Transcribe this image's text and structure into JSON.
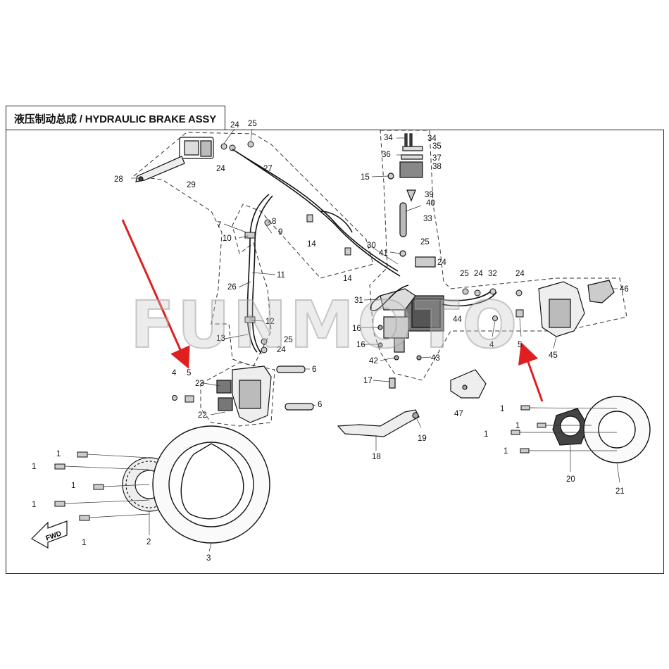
{
  "title": "液压制动总成 / HYDRAULIC BRAKE ASSY",
  "watermark": "FUNMOTO",
  "fwd_label": "FWD",
  "colors": {
    "line": "#111111",
    "dash": "#333333",
    "arrow": "#e02020",
    "watermark": "#c8c8c8"
  },
  "labels": [
    {
      "id": "24a",
      "text": "24"
    },
    {
      "id": "25a",
      "text": "25"
    },
    {
      "id": "24b",
      "text": "24"
    },
    {
      "id": "27",
      "text": "27"
    },
    {
      "id": "28",
      "text": "28"
    },
    {
      "id": "29",
      "text": "29"
    },
    {
      "id": "7",
      "text": "7"
    },
    {
      "id": "8",
      "text": "8"
    },
    {
      "id": "9",
      "text": "9"
    },
    {
      "id": "10",
      "text": "10"
    },
    {
      "id": "14a",
      "text": "14"
    },
    {
      "id": "14b",
      "text": "14"
    },
    {
      "id": "11",
      "text": "11"
    },
    {
      "id": "26",
      "text": "26"
    },
    {
      "id": "12",
      "text": "12"
    },
    {
      "id": "13",
      "text": "13"
    },
    {
      "id": "25b",
      "text": "25"
    },
    {
      "id": "24c",
      "text": "24"
    },
    {
      "id": "4a",
      "text": "4"
    },
    {
      "id": "5a",
      "text": "5"
    },
    {
      "id": "6a",
      "text": "6"
    },
    {
      "id": "23",
      "text": "23"
    },
    {
      "id": "22",
      "text": "22"
    },
    {
      "id": "6b",
      "text": "6"
    },
    {
      "id": "34a",
      "text": "34"
    },
    {
      "id": "34b",
      "text": "34"
    },
    {
      "id": "35",
      "text": "35"
    },
    {
      "id": "36",
      "text": "36"
    },
    {
      "id": "37",
      "text": "37"
    },
    {
      "id": "38",
      "text": "38"
    },
    {
      "id": "15",
      "text": "15"
    },
    {
      "id": "39",
      "text": "39"
    },
    {
      "id": "40",
      "text": "40"
    },
    {
      "id": "33",
      "text": "33"
    },
    {
      "id": "30",
      "text": "30"
    },
    {
      "id": "41",
      "text": "41"
    },
    {
      "id": "25c",
      "text": "25"
    },
    {
      "id": "24d",
      "text": "24"
    },
    {
      "id": "31",
      "text": "31"
    },
    {
      "id": "44",
      "text": "44"
    },
    {
      "id": "16a",
      "text": "16"
    },
    {
      "id": "16b",
      "text": "16"
    },
    {
      "id": "42",
      "text": "42"
    },
    {
      "id": "43",
      "text": "43"
    },
    {
      "id": "17",
      "text": "17"
    },
    {
      "id": "18",
      "text": "18"
    },
    {
      "id": "19",
      "text": "19"
    },
    {
      "id": "47",
      "text": "47"
    },
    {
      "id": "25d",
      "text": "25"
    },
    {
      "id": "24e",
      "text": "24"
    },
    {
      "id": "32",
      "text": "32"
    },
    {
      "id": "24f",
      "text": "24"
    },
    {
      "id": "46",
      "text": "46"
    },
    {
      "id": "4b",
      "text": "4"
    },
    {
      "id": "5b",
      "text": "5"
    },
    {
      "id": "45",
      "text": "45"
    },
    {
      "id": "1a",
      "text": "1"
    },
    {
      "id": "1b",
      "text": "1"
    },
    {
      "id": "1c",
      "text": "1"
    },
    {
      "id": "1d",
      "text": "1"
    },
    {
      "id": "1e",
      "text": "1"
    },
    {
      "id": "2",
      "text": "2"
    },
    {
      "id": "3",
      "text": "3"
    },
    {
      "id": "1f",
      "text": "1"
    },
    {
      "id": "1g",
      "text": "1"
    },
    {
      "id": "1h",
      "text": "1"
    },
    {
      "id": "1i",
      "text": "1"
    },
    {
      "id": "20",
      "text": "20"
    },
    {
      "id": "21",
      "text": "21"
    }
  ]
}
